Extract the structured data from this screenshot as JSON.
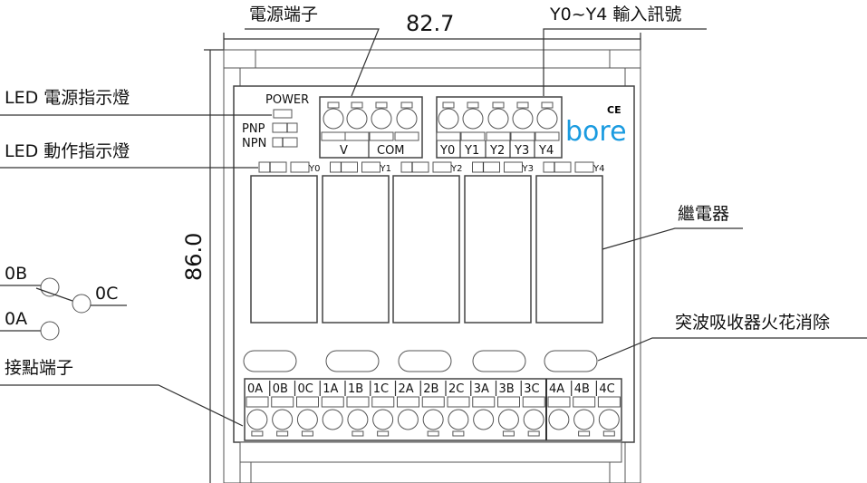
{
  "dimensions": {
    "width": "82.7",
    "height": "86.0"
  },
  "callouts": {
    "power_terminal": "電源端子",
    "input_signal": "Y0~Y4 輸入訊號",
    "led_power": "LED 電源指示燈",
    "led_action": "LED 動作指示燈",
    "relay": "繼電器",
    "surge": "突波吸收器火花消除",
    "contact_terminal": "接點端子"
  },
  "switch_symbol": {
    "nc": "0B",
    "com": "0C",
    "no": "0A"
  },
  "indicators": {
    "power": "POWER",
    "pnp": "PNP",
    "npn": "NPN"
  },
  "power_terminal_labels": [
    "V",
    "COM"
  ],
  "input_terminal_labels": [
    "Y0",
    "Y1",
    "Y2",
    "Y3",
    "Y4"
  ],
  "led_labels": [
    "Y0",
    "Y1",
    "Y2",
    "Y3",
    "Y4"
  ],
  "contact_labels": [
    "0A",
    "0B",
    "0C",
    "1A",
    "1B",
    "1C",
    "2A",
    "2B",
    "2C",
    "3A",
    "3B",
    "3C",
    "4A",
    "4B",
    "4C"
  ],
  "brand": {
    "logo": "bore",
    "mark": "CE",
    "color": "#1a9be0"
  }
}
